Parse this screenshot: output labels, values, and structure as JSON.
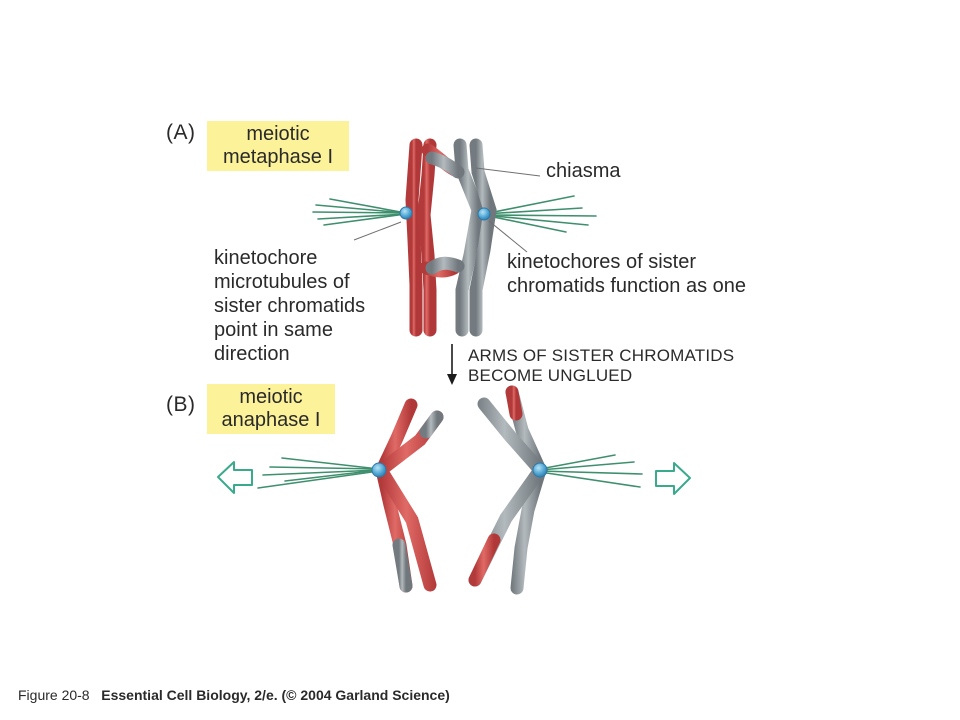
{
  "panel_a": {
    "letter": "(A)",
    "stage_line1": "meiotic",
    "stage_line2": "metaphase I",
    "chiasma_label": "chiasma",
    "left_label": [
      "kinetochore",
      "microtubules of",
      "sister chromatids",
      "point in same",
      "direction"
    ],
    "right_label": [
      "kinetochores of sister",
      "chromatids function as one"
    ]
  },
  "transition": {
    "line1": "ARMS OF SISTER CHROMATIDS",
    "line2": "BECOME UNGLUED"
  },
  "panel_b": {
    "letter": "(B)",
    "stage_line1": "meiotic",
    "stage_line2": "anaphase I"
  },
  "caption": {
    "figure": "Figure 20-8",
    "source": "Essential Cell Biology, 2/e. (© 2004 Garland Science)"
  },
  "colors": {
    "maternal_chromosome": "#cc4b4b",
    "paternal_chromosome": "#8f979c",
    "kinetochore": "#4fa6d4",
    "microtubule": "#3f8f6e",
    "arrow_outline": "#3aaa8c",
    "stage_highlight": "#fbf29a"
  }
}
